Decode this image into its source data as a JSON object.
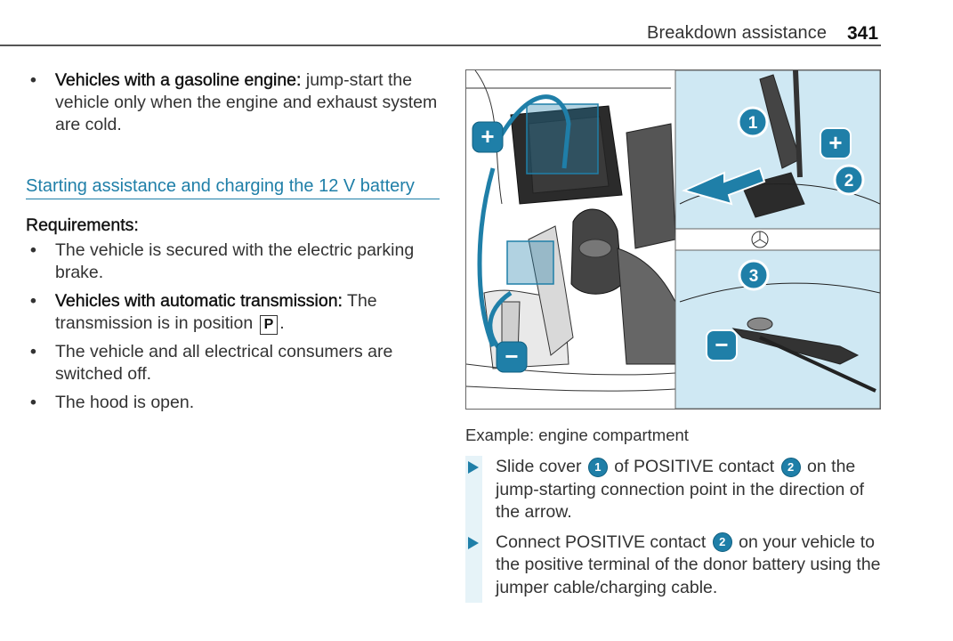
{
  "header": {
    "title": "Breakdown assistance",
    "page": "341"
  },
  "intro_bullet": {
    "bold": "Vehicles with a gasoline engine:",
    "text": " jump-start the vehicle only when the engine and exhaust system are cold."
  },
  "section": {
    "heading": "Starting assistance and charging the 12 V battery"
  },
  "requirements": {
    "label": "Requirements:",
    "item1": "The vehicle is secured with the electric parking brake.",
    "item2_bold": "Vehicles with automatic transmission:",
    "item2_text_a": " The transmission is in position ",
    "item2_key": "P",
    "item2_text_b": ".",
    "item3": "The vehicle and all electrical consumers are switched off.",
    "item4": "The hood is open."
  },
  "figure": {
    "plus_symbol": "+",
    "minus_symbol": "−",
    "callout1": "1",
    "callout2": "2",
    "callout3": "3",
    "accent_color": "#1f7fa8",
    "panel_color": "#cfe8f3"
  },
  "caption": "Example: engine compartment",
  "steps": {
    "s1_a": "Slide cover ",
    "s1_num1": "1",
    "s1_b": " of POSITIVE contact ",
    "s1_num2": "2",
    "s1_c": " on the jump-starting connection point in the direction of the arrow.",
    "s2_a": "Connect POSITIVE contact ",
    "s2_num2": "2",
    "s2_b": " on your vehicle to the positive terminal of the donor battery using the jumper cable/charging cable."
  }
}
